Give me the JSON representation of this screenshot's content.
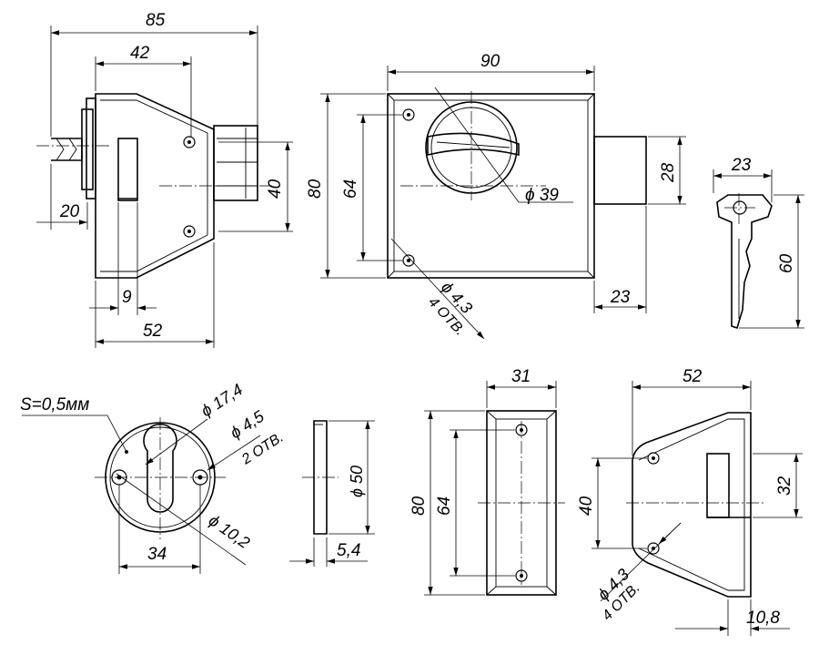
{
  "lock_body_side": {
    "overall_length": "85",
    "offset_42": "42",
    "cylinder_20": "20",
    "height_40": "40",
    "width_9": "9",
    "depth_52": "52"
  },
  "lock_body_front": {
    "width_90": "90",
    "height_80": "80",
    "hole_spacing_64": "64",
    "knob_dia": "ϕ 39",
    "bolt_28": "28",
    "bolt_23": "23",
    "holes": "ϕ 4,3",
    "holes_count": "4 ОТВ."
  },
  "key": {
    "width_23": "23",
    "length_60": "60"
  },
  "rosette": {
    "thickness_note": "S=0,5мм",
    "dia_17_4": "ϕ 17,4",
    "dia_4_5": "ϕ 4,5",
    "holes_count": "2 ОТВ.",
    "dia_10_2": "ϕ 10,2",
    "spacing_34": "34",
    "outer_dia": "ϕ 50",
    "depth_5_4": "5,4"
  },
  "strike_plate": {
    "width_31": "31",
    "height_80": "80",
    "spacing_64": "64"
  },
  "keeper": {
    "width_52": "52",
    "height_40": "40",
    "height_32": "32",
    "holes": "ϕ 4,3",
    "holes_count": "4 ОТВ.",
    "depth_10_8": "10,8"
  }
}
